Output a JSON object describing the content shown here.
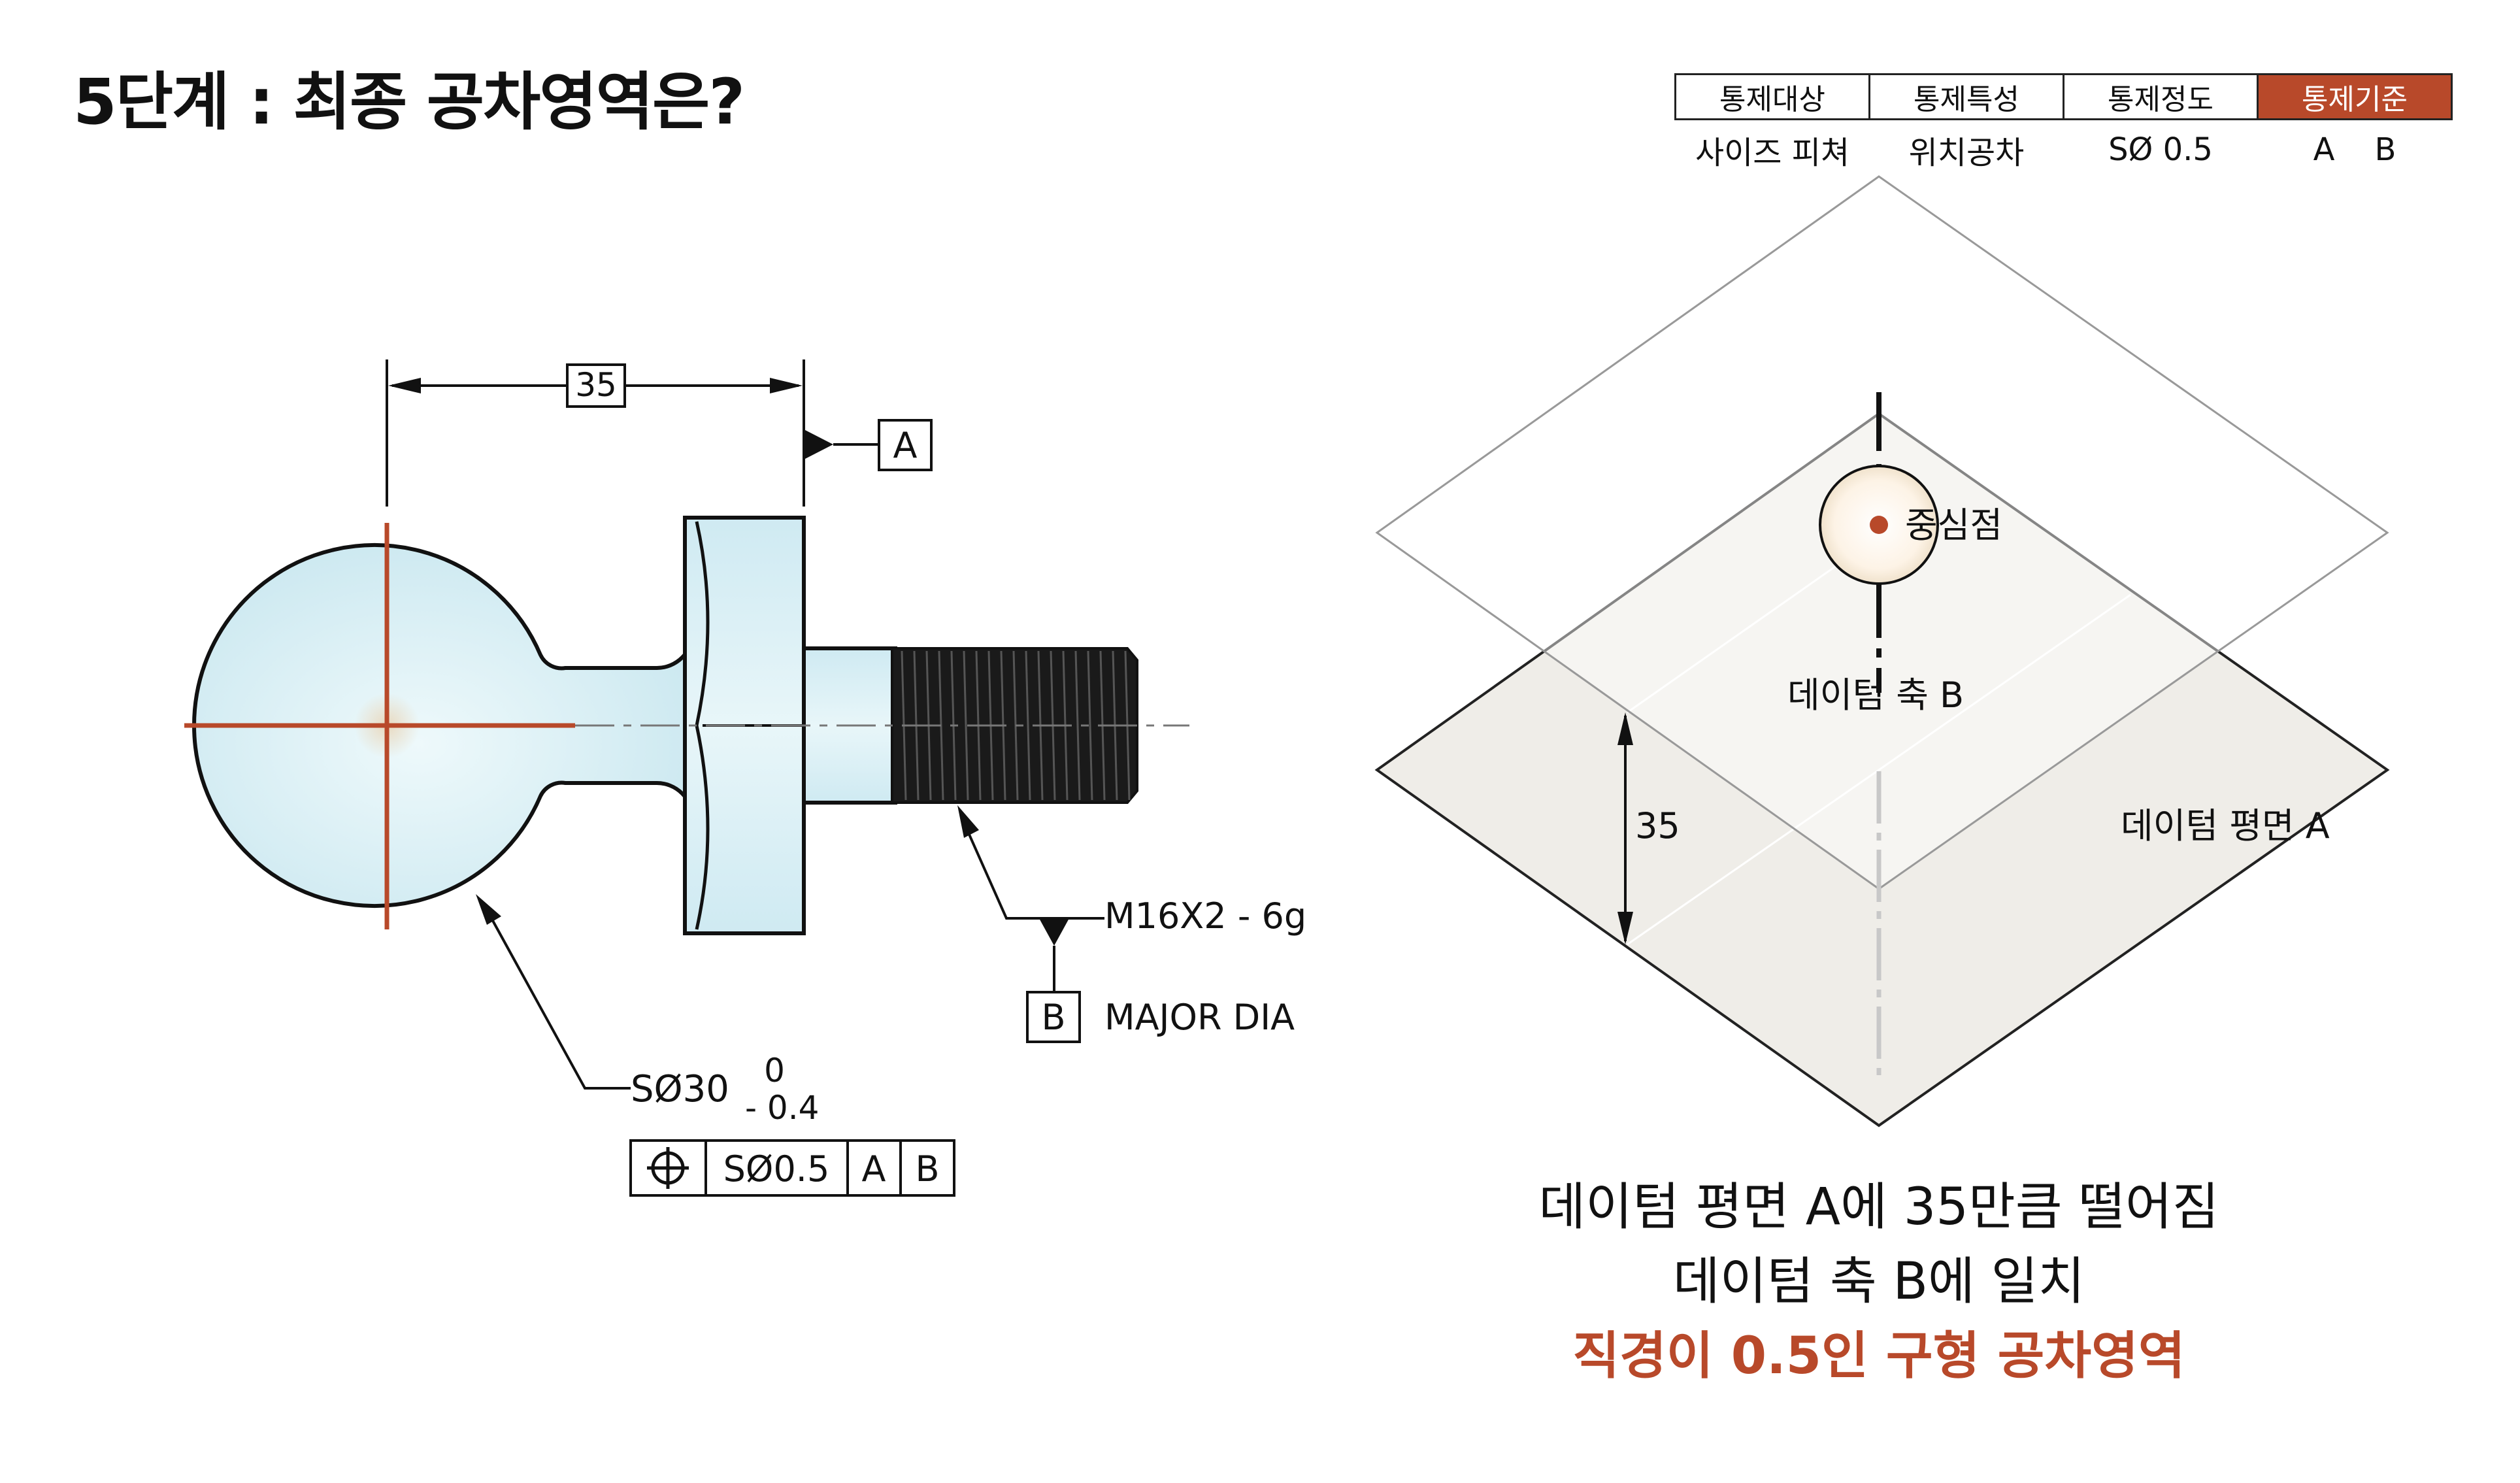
{
  "title": "5단계 : 최종 공차영역은?",
  "control_table": {
    "headers": [
      "통제대상",
      "통제특성",
      "통제정도",
      "통제기준"
    ],
    "values": [
      "사이즈 피쳐",
      "위치공차",
      "SØ 0.5",
      "A    B"
    ],
    "highlight_color": "#b8492a"
  },
  "drawing": {
    "dim_35": "35",
    "datum_a": "A",
    "datum_b": "B",
    "thread_callout": "M16X2 - 6g",
    "major_dia": "MAJOR DIA",
    "sphere_dia": "SØ30",
    "tol_upper": "0",
    "tol_lower": "- 0.4",
    "fcf": {
      "symbol": "position-icon",
      "tolerance": "SØ0.5",
      "datum1": "A",
      "datum2": "B"
    }
  },
  "iso_view": {
    "center_label": "중심점",
    "axis_label": "데이텀 축 B",
    "plane_label": "데이텀 평면 A",
    "dim_35": "35"
  },
  "caption": {
    "line1": "데이텀 평면 A에 35만큼 떨어짐",
    "line2": "데이텀 축 B에 일치",
    "line3": "직경이 0.5인 구형 공차영역"
  },
  "colors": {
    "accent": "#b8492a",
    "part_fill": "#d4eef4"
  }
}
